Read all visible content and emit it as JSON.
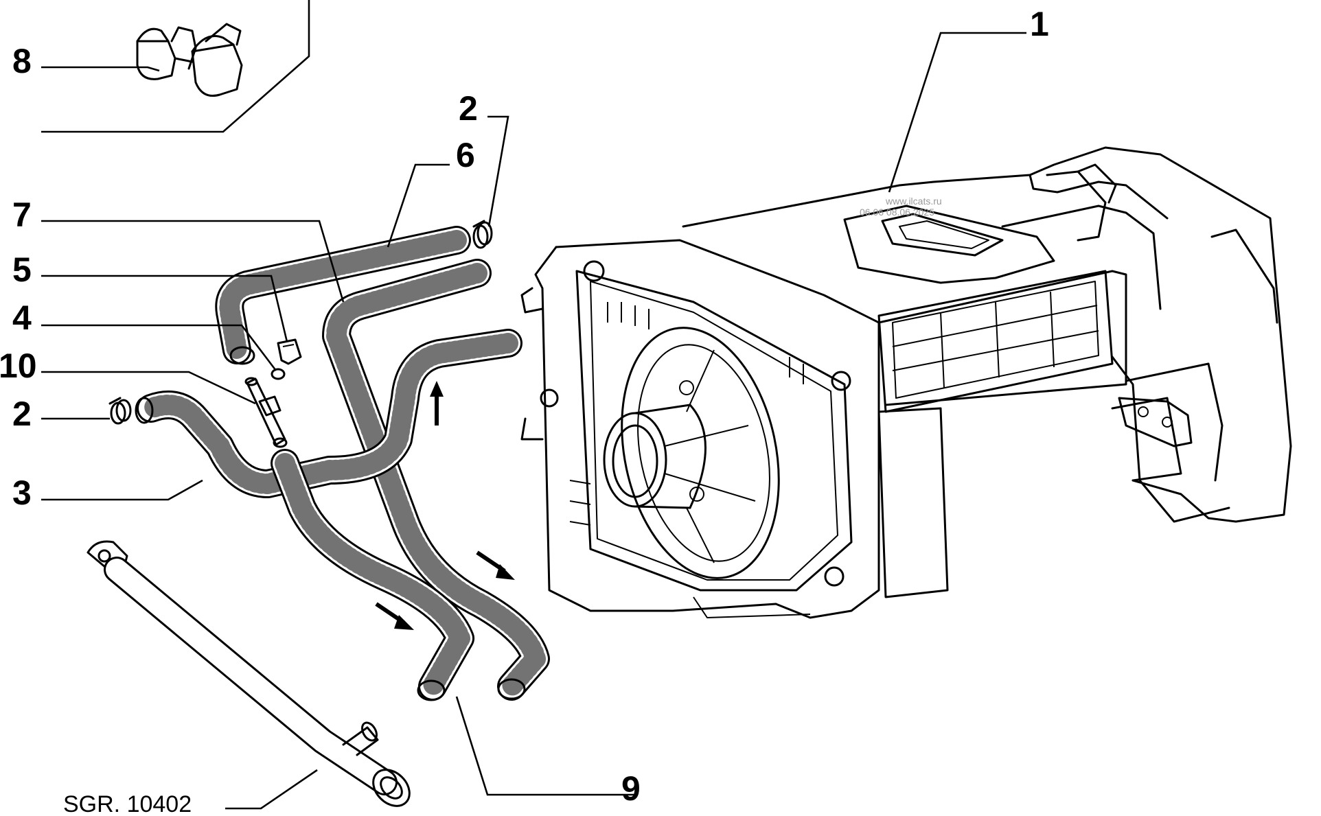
{
  "diagram": {
    "drawing_code": "SGR. 10402",
    "watermark": [
      "www.ilcats.ru",
      "06.06  08.06.2025"
    ],
    "callouts": [
      {
        "id": "c8",
        "label": "8"
      },
      {
        "id": "c1",
        "label": "1"
      },
      {
        "id": "c2a",
        "label": "2"
      },
      {
        "id": "c6",
        "label": "6"
      },
      {
        "id": "c7",
        "label": "7"
      },
      {
        "id": "c5",
        "label": "5"
      },
      {
        "id": "c4",
        "label": "4"
      },
      {
        "id": "c10",
        "label": "10"
      },
      {
        "id": "c2b",
        "label": "2"
      },
      {
        "id": "c3",
        "label": "3"
      },
      {
        "id": "c9",
        "label": "9"
      }
    ]
  }
}
